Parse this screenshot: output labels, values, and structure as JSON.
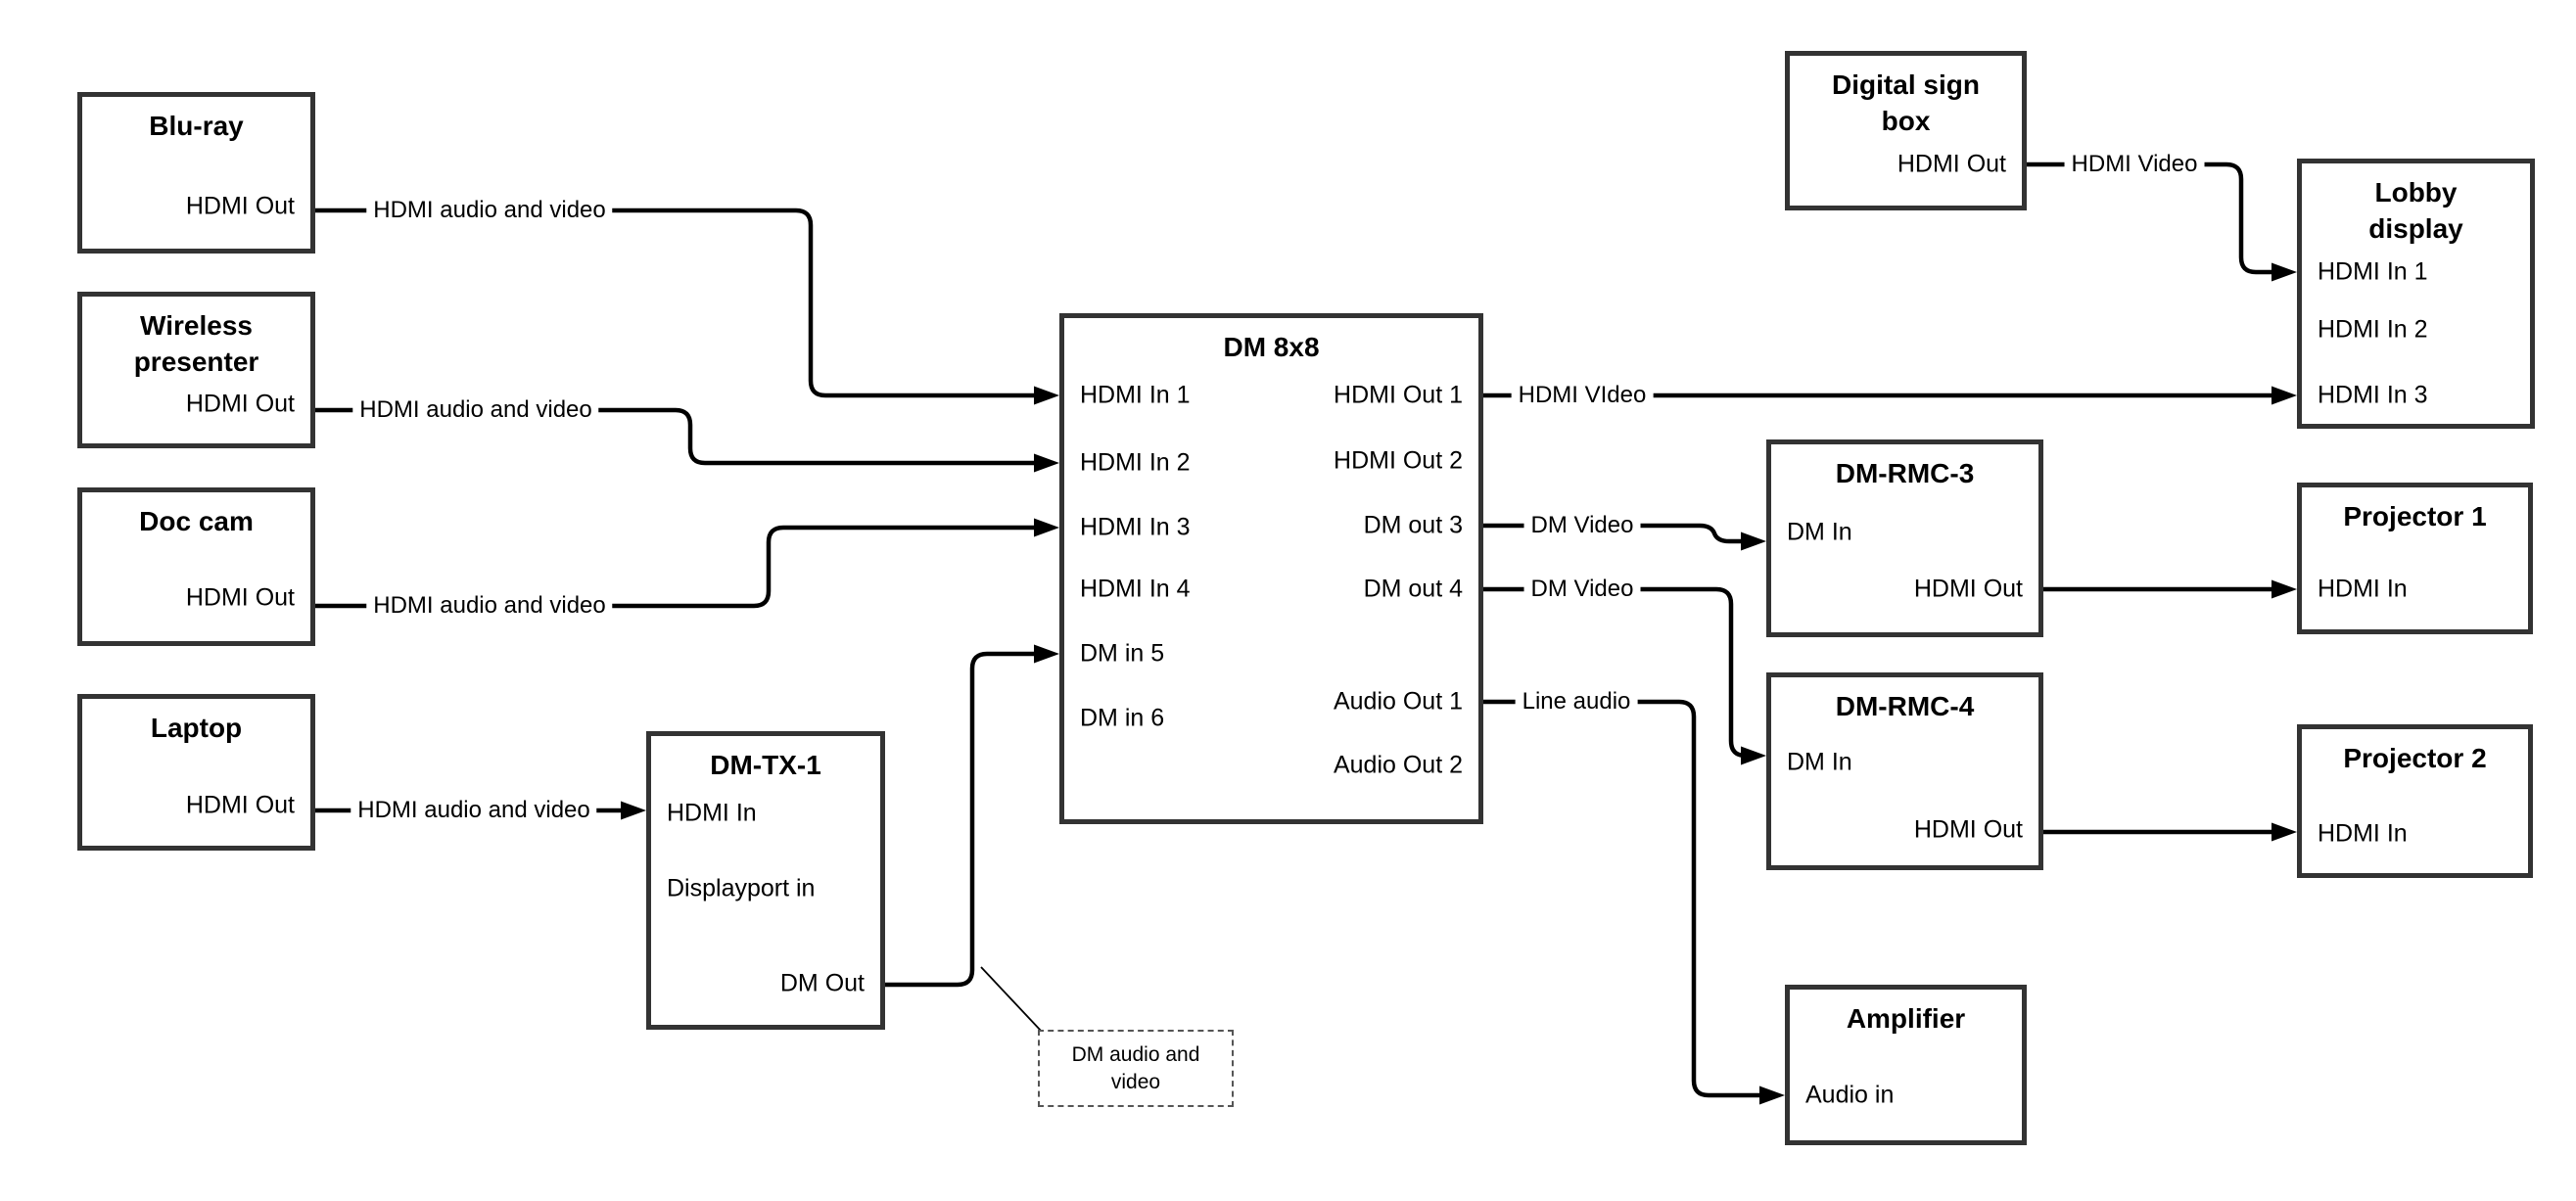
{
  "diagram": {
    "colors": {
      "background": "#ffffff",
      "box_border": "#333333",
      "line": "#000000",
      "text": "#000000"
    },
    "nodes": [
      {
        "id": "bluray",
        "title": "Blu-ray",
        "ports": [
          {
            "id": "hdmi-out",
            "label": "HDMI Out",
            "align": "right"
          }
        ]
      },
      {
        "id": "wireless",
        "title": "Wireless\npresenter",
        "ports": [
          {
            "id": "hdmi-out",
            "label": "HDMI Out",
            "align": "right"
          }
        ]
      },
      {
        "id": "doccam",
        "title": "Doc cam",
        "ports": [
          {
            "id": "hdmi-out",
            "label": "HDMI Out",
            "align": "right"
          }
        ]
      },
      {
        "id": "laptop",
        "title": "Laptop",
        "ports": [
          {
            "id": "hdmi-out",
            "label": "HDMI Out",
            "align": "right"
          }
        ]
      },
      {
        "id": "dmtx1",
        "title": "DM-TX-1",
        "ports": [
          {
            "id": "hdmi-in",
            "label": "HDMI In",
            "align": "left"
          },
          {
            "id": "displayport-in",
            "label": "Displayport in",
            "align": "left"
          },
          {
            "id": "dm-out",
            "label": "DM Out",
            "align": "right"
          }
        ]
      },
      {
        "id": "dm8x8",
        "title": "DM 8x8",
        "ports": [
          {
            "id": "hdmi-in-1",
            "label": "HDMI In 1",
            "align": "left"
          },
          {
            "id": "hdmi-in-2",
            "label": "HDMI In 2",
            "align": "left"
          },
          {
            "id": "hdmi-in-3",
            "label": "HDMI In 3",
            "align": "left"
          },
          {
            "id": "hdmi-in-4",
            "label": "HDMI In 4",
            "align": "left"
          },
          {
            "id": "dm-in-5",
            "label": "DM in 5",
            "align": "left"
          },
          {
            "id": "dm-in-6",
            "label": "DM in 6",
            "align": "left"
          },
          {
            "id": "hdmi-out-1",
            "label": "HDMI Out 1",
            "align": "right"
          },
          {
            "id": "hdmi-out-2",
            "label": "HDMI Out 2",
            "align": "right"
          },
          {
            "id": "dm-out-3",
            "label": "DM out 3",
            "align": "right"
          },
          {
            "id": "dm-out-4",
            "label": "DM out 4",
            "align": "right"
          },
          {
            "id": "audio-out-1",
            "label": "Audio Out 1",
            "align": "right"
          },
          {
            "id": "audio-out-2",
            "label": "Audio Out 2",
            "align": "right"
          }
        ]
      },
      {
        "id": "digitalsign",
        "title": "Digital sign\nbox",
        "ports": [
          {
            "id": "hdmi-out",
            "label": "HDMI Out",
            "align": "right"
          }
        ]
      },
      {
        "id": "lobby",
        "title": "Lobby\ndisplay",
        "ports": [
          {
            "id": "hdmi-in-1",
            "label": "HDMI In 1",
            "align": "left"
          },
          {
            "id": "hdmi-in-2",
            "label": "HDMI In 2",
            "align": "left"
          },
          {
            "id": "hdmi-in-3",
            "label": "HDMI In 3",
            "align": "left"
          }
        ]
      },
      {
        "id": "dmrmc3",
        "title": "DM-RMC-3",
        "ports": [
          {
            "id": "dm-in",
            "label": "DM In",
            "align": "left"
          },
          {
            "id": "hdmi-out",
            "label": "HDMI Out",
            "align": "right"
          }
        ]
      },
      {
        "id": "proj1",
        "title": "Projector 1",
        "ports": [
          {
            "id": "hdmi-in",
            "label": "HDMI In",
            "align": "left"
          }
        ]
      },
      {
        "id": "dmrmc4",
        "title": "DM-RMC-4",
        "ports": [
          {
            "id": "dm-in",
            "label": "DM In",
            "align": "left"
          },
          {
            "id": "hdmi-out",
            "label": "HDMI Out",
            "align": "right"
          }
        ]
      },
      {
        "id": "proj2",
        "title": "Projector 2",
        "ports": [
          {
            "id": "hdmi-in",
            "label": "HDMI In",
            "align": "left"
          }
        ]
      },
      {
        "id": "amplifier",
        "title": "Amplifier",
        "ports": [
          {
            "id": "audio-in",
            "label": "Audio in",
            "align": "left"
          }
        ]
      }
    ],
    "edges": [
      {
        "id": "e-bluray-dm8x8",
        "from": "bluray.hdmi-out",
        "to": "dm8x8.hdmi-in-1",
        "label": "HDMI audio and video"
      },
      {
        "id": "e-wireless-dm8x8",
        "from": "wireless.hdmi-out",
        "to": "dm8x8.hdmi-in-2",
        "label": "HDMI audio and video"
      },
      {
        "id": "e-doccam-dm8x8",
        "from": "doccam.hdmi-out",
        "to": "dm8x8.hdmi-in-3",
        "label": "HDMI audio and video"
      },
      {
        "id": "e-laptop-dmtx1",
        "from": "laptop.hdmi-out",
        "to": "dmtx1.hdmi-in",
        "label": "HDMI audio and video"
      },
      {
        "id": "e-dmtx1-dm8x8",
        "from": "dmtx1.dm-out",
        "to": "dm8x8.dm-in-5",
        "label": ""
      },
      {
        "id": "e-dm8x8-lobby",
        "from": "dm8x8.hdmi-out-1",
        "to": "lobby.hdmi-in-3",
        "label": "HDMI VIdeo"
      },
      {
        "id": "e-dm8x8-dmrmc3",
        "from": "dm8x8.dm-out-3",
        "to": "dmrmc3.dm-in",
        "label": "DM Video"
      },
      {
        "id": "e-dm8x8-dmrmc4",
        "from": "dm8x8.dm-out-4",
        "to": "dmrmc4.dm-in",
        "label": "DM Video"
      },
      {
        "id": "e-dm8x8-amplifier",
        "from": "dm8x8.audio-out-1",
        "to": "amplifier.audio-in",
        "label": "Line audio"
      },
      {
        "id": "e-digitalsign-lobby",
        "from": "digitalsign.hdmi-out",
        "to": "lobby.hdmi-in-1",
        "label": "HDMI Video"
      },
      {
        "id": "e-dmrmc3-proj1",
        "from": "dmrmc3.hdmi-out",
        "to": "proj1.hdmi-in",
        "label": ""
      },
      {
        "id": "e-dmrmc4-proj2",
        "from": "dmrmc4.hdmi-out",
        "to": "proj2.hdmi-in",
        "label": ""
      }
    ],
    "note": {
      "text": "DM audio and\nvideo",
      "attached_to": "e-dmtx1-dm8x8"
    }
  }
}
